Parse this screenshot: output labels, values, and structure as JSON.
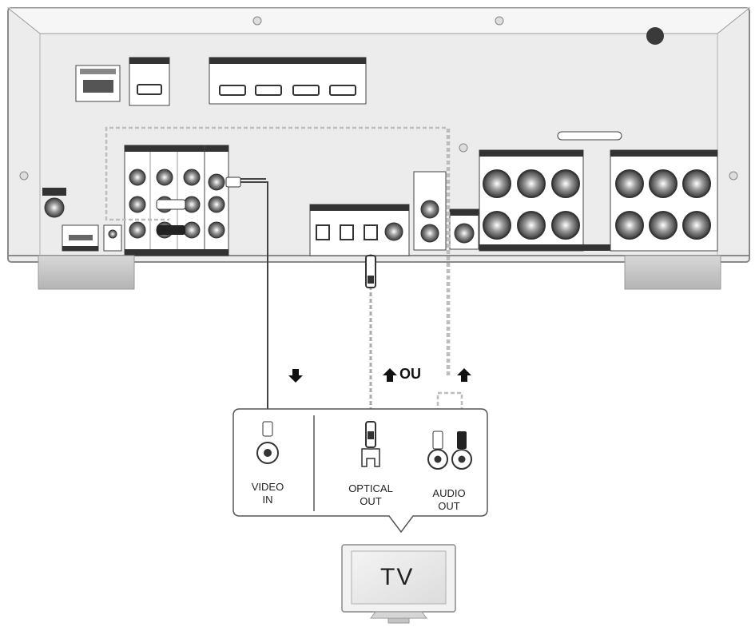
{
  "connector_labels": {
    "video_in": "VIDEO\nIN",
    "optical_out": "OPTICAL\nOUT",
    "audio_out": "AUDIO\nOUT"
  },
  "or_label": "OU",
  "tv_label": "TV",
  "colors": {
    "panel": "#ededed",
    "panel_edge": "#9a9a9a",
    "dark": "#3a3a3a",
    "cable": "#4a4a4a",
    "dashed": "#bfbfbf"
  }
}
